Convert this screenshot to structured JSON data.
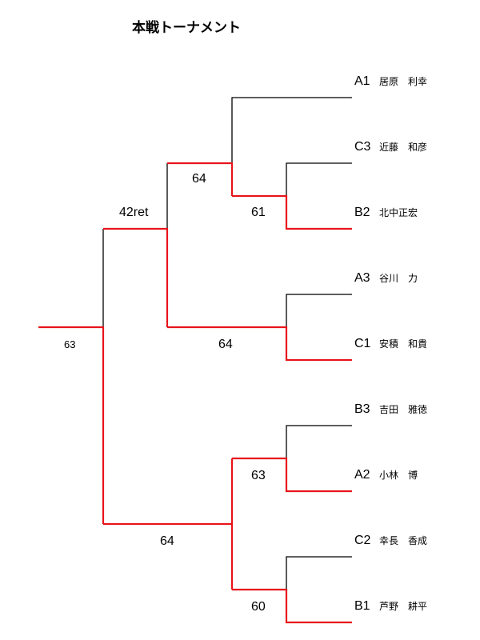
{
  "title": "本戦トーナメント",
  "colors": {
    "winner": "#e8141a",
    "line": "#000000"
  },
  "players": [
    {
      "seed": "A1",
      "name": "居原　利幸"
    },
    {
      "seed": "C3",
      "name": "近藤　和彦"
    },
    {
      "seed": "B2",
      "name": "北中正宏"
    },
    {
      "seed": "A3",
      "name": "谷川　力"
    },
    {
      "seed": "C1",
      "name": "安積　和貴"
    },
    {
      "seed": "B3",
      "name": "吉田　雅徳"
    },
    {
      "seed": "A2",
      "name": "小林　博"
    },
    {
      "seed": "C2",
      "name": "幸長　香成"
    },
    {
      "seed": "B1",
      "name": "芦野　耕平"
    }
  ],
  "scores": {
    "r1_c3_b2": "61",
    "r2_a1_vs": "64",
    "r2_a3_c1": "64",
    "r3_top": "42ret",
    "r1_b3_a2": "63",
    "r1_c2_b1": "60",
    "r2_bottom": "64",
    "final": "63"
  }
}
